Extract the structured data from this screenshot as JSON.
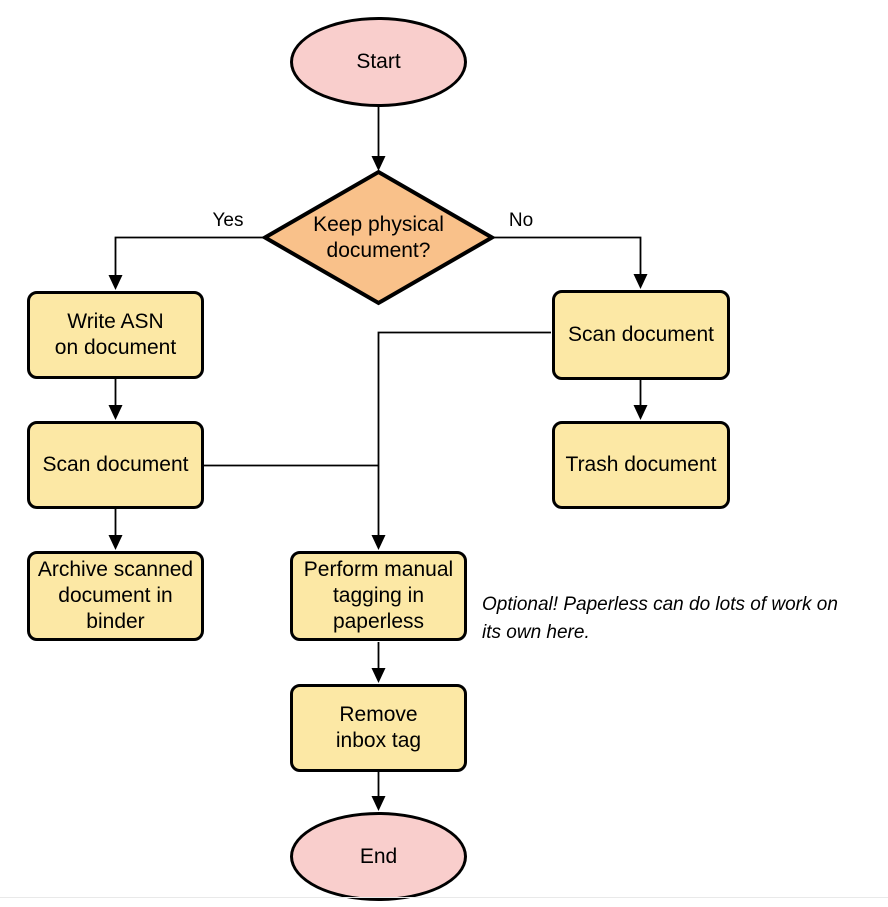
{
  "colors": {
    "canvas_bg": "#FFFFFF",
    "terminator_fill": "#F9CECC",
    "decision_fill": "#F9C18A",
    "process_fill": "#FCE8A5",
    "stroke": "#000000",
    "baseline_rule": "#E9E9E9"
  },
  "nodes": {
    "start": {
      "shape": "ellipse",
      "label": "Start"
    },
    "decision": {
      "shape": "diamond",
      "label_lines": [
        "Keep physical",
        "document?"
      ]
    },
    "write_asn": {
      "shape": "process",
      "label_lines": [
        "Write ASN",
        "on document"
      ]
    },
    "scan_left": {
      "shape": "process",
      "label_lines": [
        "Scan document"
      ]
    },
    "archive": {
      "shape": "process",
      "label_lines": [
        "Archive scanned",
        "document in",
        "binder"
      ]
    },
    "scan_right": {
      "shape": "process",
      "label_lines": [
        "Scan document"
      ]
    },
    "trash": {
      "shape": "process",
      "label_lines": [
        "Trash document"
      ]
    },
    "tagging": {
      "shape": "process",
      "label_lines": [
        "Perform manual",
        "tagging in",
        "paperless"
      ]
    },
    "remove_inbox": {
      "shape": "process",
      "label_lines": [
        "Remove",
        "inbox tag"
      ]
    },
    "end": {
      "shape": "ellipse",
      "label": "End"
    }
  },
  "edge_labels": {
    "yes": "Yes",
    "no": "No"
  },
  "note": {
    "text_lines": [
      "Optional! Paperless can do lots of work on",
      "its own here."
    ]
  }
}
